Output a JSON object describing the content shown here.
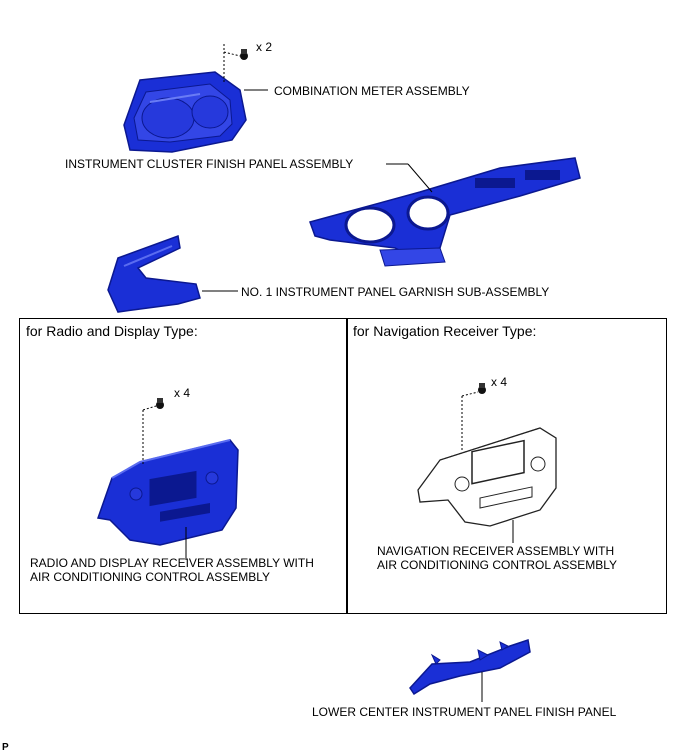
{
  "parts": {
    "meter_qty": "x 2",
    "combination_meter": "COMBINATION METER ASSEMBLY",
    "cluster_finish_panel": "INSTRUMENT CLUSTER FINISH PANEL ASSEMBLY",
    "garnish": "NO. 1 INSTRUMENT PANEL GARNISH SUB-ASSEMBLY",
    "lower_center_panel": "LOWER CENTER INSTRUMENT PANEL FINISH PANEL"
  },
  "left_box": {
    "title": "for Radio and Display Type:",
    "qty": "x 4",
    "label_line1": "RADIO AND DISPLAY RECEIVER ASSEMBLY WITH",
    "label_line2": "AIR CONDITIONING  CONTROL ASSEMBLY"
  },
  "right_box": {
    "title": "for Navigation Receiver Type:",
    "qty": "x 4",
    "label_line1": "NAVIGATION RECEIVER ASSEMBLY WITH",
    "label_line2": "AIR CONDITIONING  CONTROL ASSEMBLY"
  },
  "footer_code": "P",
  "colors": {
    "part_blue": "#1a2fd6",
    "part_dark": "#0b1890",
    "part_light": "#5a6cf0"
  }
}
